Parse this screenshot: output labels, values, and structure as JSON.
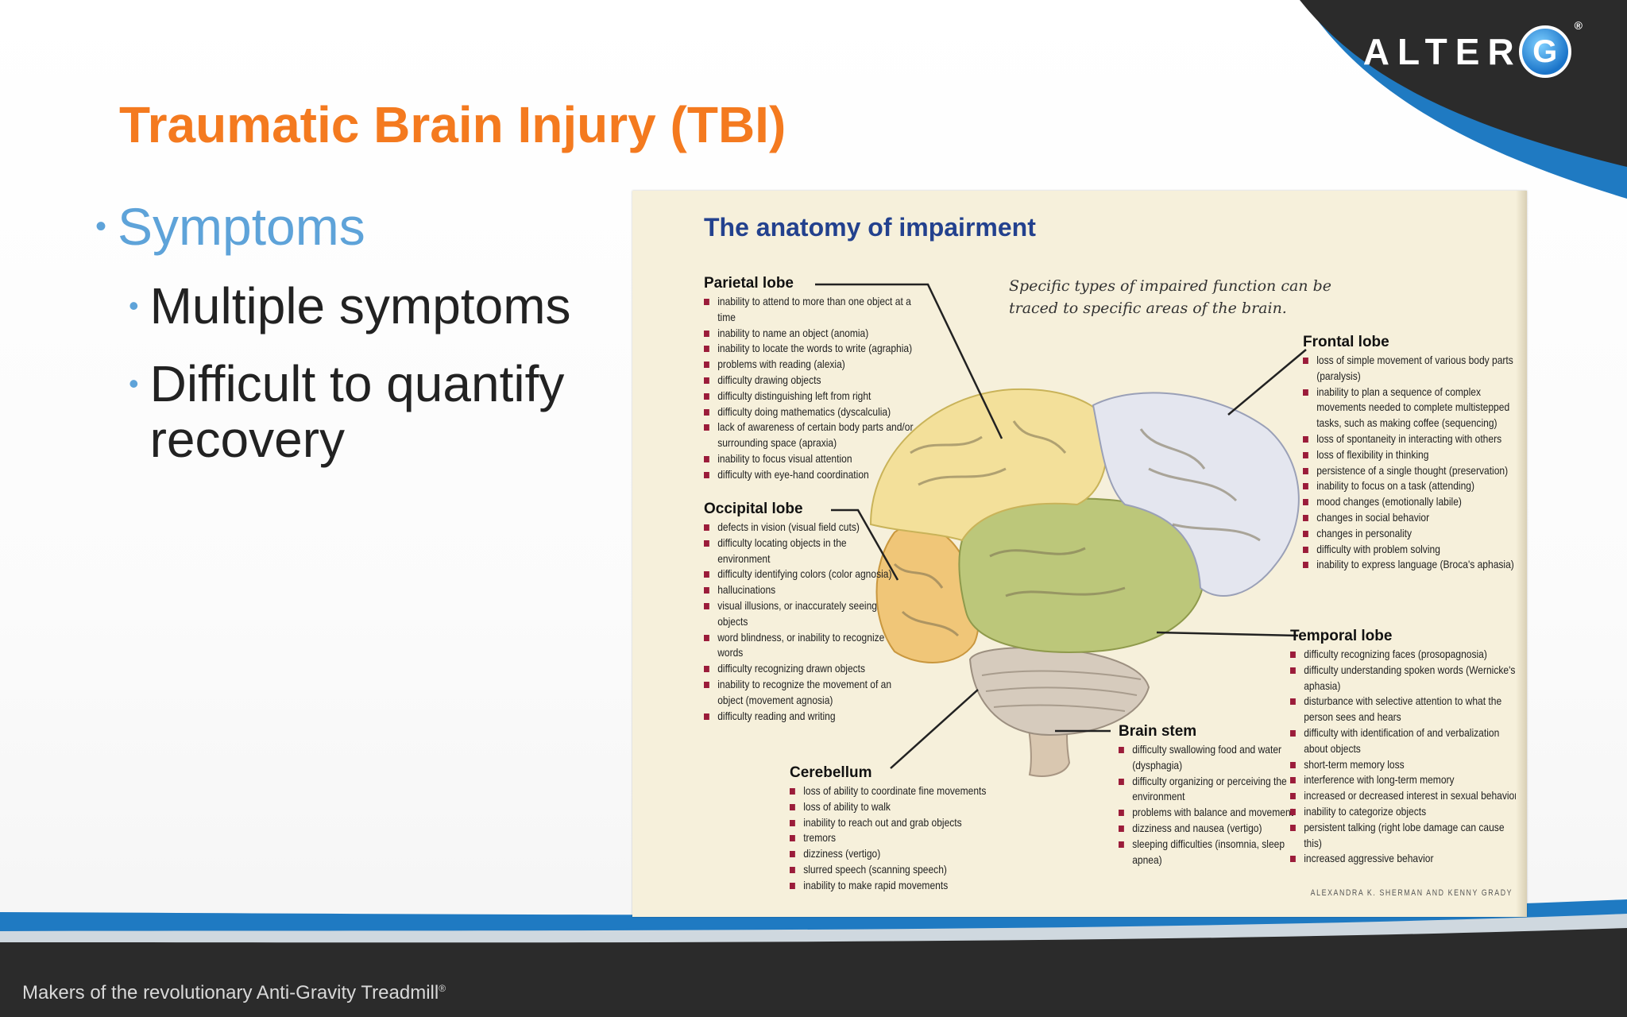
{
  "slide": {
    "title": "Traumatic Brain Injury (TBI)",
    "bullets": [
      {
        "text": "Symptoms",
        "level": 1
      },
      {
        "text": "Multiple symptoms",
        "level": 2
      },
      {
        "text": "Difficult to quantify recovery",
        "level": 2
      }
    ]
  },
  "logo": {
    "text": "ALTER",
    "letter": "G",
    "mark": "®"
  },
  "footer": {
    "text": "Makers of the revolutionary Anti-Gravity Treadmill",
    "mark": "®"
  },
  "figure": {
    "title": "The anatomy of impairment",
    "subtitle": "Specific types of impaired function can be traced to specific areas of the brain.",
    "credit": "ALEXANDRA K. SHERMAN AND KENNY GRADY",
    "lobes": {
      "parietal": {
        "name": "Parietal lobe",
        "items": [
          "inability to attend to more than one object at a time",
          "inability to name an object (anomia)",
          "inability to locate the words to write (agraphia)",
          "problems with reading (alexia)",
          "difficulty drawing objects",
          "difficulty distinguishing left from right",
          "difficulty doing mathematics (dyscalculia)",
          "lack of awareness of certain body parts and/or surrounding space (apraxia)",
          "inability to focus visual attention",
          "difficulty with eye-hand coordination"
        ]
      },
      "occipital": {
        "name": "Occipital lobe",
        "items": [
          "defects in vision (visual field cuts)",
          "difficulty locating objects in the environment",
          "difficulty identifying colors (color agnosia)",
          "hallucinations",
          "visual illusions, or inaccurately seeing objects",
          "word blindness, or inability to recognize words",
          "difficulty recognizing drawn objects",
          "inability to recognize the movement of an object (movement agnosia)",
          "difficulty reading and writing"
        ]
      },
      "cerebellum": {
        "name": "Cerebellum",
        "items": [
          "loss of ability to coordinate fine movements",
          "loss of ability to walk",
          "inability to reach out and grab objects",
          "tremors",
          "dizziness (vertigo)",
          "slurred speech (scanning speech)",
          "inability to make rapid movements"
        ]
      },
      "brainstem": {
        "name": "Brain stem",
        "items": [
          "difficulty swallowing food and water (dysphagia)",
          "difficulty organizing or perceiving the environment",
          "problems with balance and movement",
          "dizziness and nausea (vertigo)",
          "sleeping difficulties (insomnia, sleep apnea)"
        ]
      },
      "frontal": {
        "name": "Frontal lobe",
        "items": [
          "loss of simple movement of various body parts (paralysis)",
          "inability to plan a sequence of complex movements needed to complete multistepped tasks, such as making coffee (sequencing)",
          "loss of spontaneity in interacting with others",
          "loss of flexibility in thinking",
          "persistence of a single thought (preservation)",
          "inability to focus on a task (attending)",
          "mood changes (emotionally labile)",
          "changes in social behavior",
          "changes in personality",
          "difficulty with problem solving",
          "inability to express language (Broca's aphasia)"
        ]
      },
      "temporal": {
        "name": "Temporal lobe",
        "items": [
          "difficulty recognizing faces (prosopagnosia)",
          "difficulty understanding spoken words (Wernicke's aphasia)",
          "disturbance with selective attention to what the person sees and hears",
          "difficulty with identification of and verbalization about objects",
          "short-term memory loss",
          "interference with long-term memory",
          "increased or decreased interest in sexual behavior",
          "inability to categorize objects",
          "persistent talking (right lobe damage can cause this)",
          "increased aggressive behavior"
        ]
      }
    }
  },
  "colors": {
    "title": "#f47a1f",
    "bullet_level1": "#5ea3d9",
    "bullet_level2": "#222222",
    "banner_dark": "#2b2b2b",
    "banner_blue": "#1f7ac2",
    "lobe_bullet": "#9b1c3a",
    "figure_title": "#23418e"
  }
}
